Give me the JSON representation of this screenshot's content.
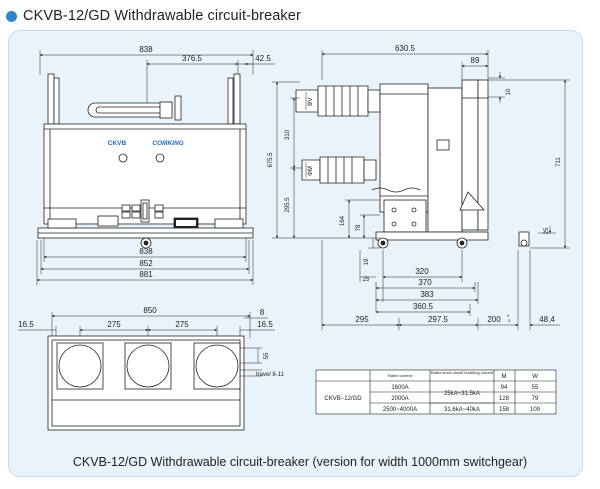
{
  "header": {
    "title": "CKVB-12/GD Withdrawable circuit-breaker"
  },
  "front_view": {
    "brand_left": "CKVB",
    "brand_right": "COMKING",
    "dims": {
      "top_width": "838",
      "offset": "376.5",
      "right_gap": "42.5",
      "w838": "838",
      "w852": "852",
      "w881": "881"
    }
  },
  "side_view": {
    "dims": {
      "width": "630.5",
      "top_right": "89",
      "small_top": "10",
      "phi_v": "ΦV",
      "phi_m": "ΦM",
      "h675": "675.5",
      "h310": "310",
      "h295": "295.5",
      "h711": "711",
      "h164": "164",
      "h78": "78",
      "h19": "19",
      "w25": "25",
      "h25": "25",
      "w320": "320",
      "w370": "370",
      "w383": "383",
      "w360": "360.5",
      "w295": "295",
      "w297": "297.5",
      "w200": "200",
      "tol_up": "0",
      "tol_dn": "-5",
      "w48": "48.4"
    }
  },
  "bottom_view": {
    "dims": {
      "w850": "850",
      "w8": "8",
      "left165": "16.5",
      "p1": "275",
      "p2": "275",
      "right165": "16.5",
      "h55": "55",
      "travel": "travel 8-11"
    }
  },
  "table": {
    "headers": [
      "",
      "Rated current",
      "Rated short-circuit breaking current",
      "M",
      "W"
    ],
    "model": "CKVB−12/GD",
    "rows": [
      {
        "current": "1600A",
        "m": "94",
        "w": "55"
      },
      {
        "current": "2000A",
        "m": "128",
        "w": "79"
      },
      {
        "current": "2500~4000A",
        "m": "158",
        "w": "109"
      }
    ],
    "breaking_a": "25kA~31.5kA",
    "breaking_b": "31.6kA~40kA"
  },
  "caption": "CKVB-12/GD Withdrawable circuit-breaker (version for width 1000mm switchgear)"
}
